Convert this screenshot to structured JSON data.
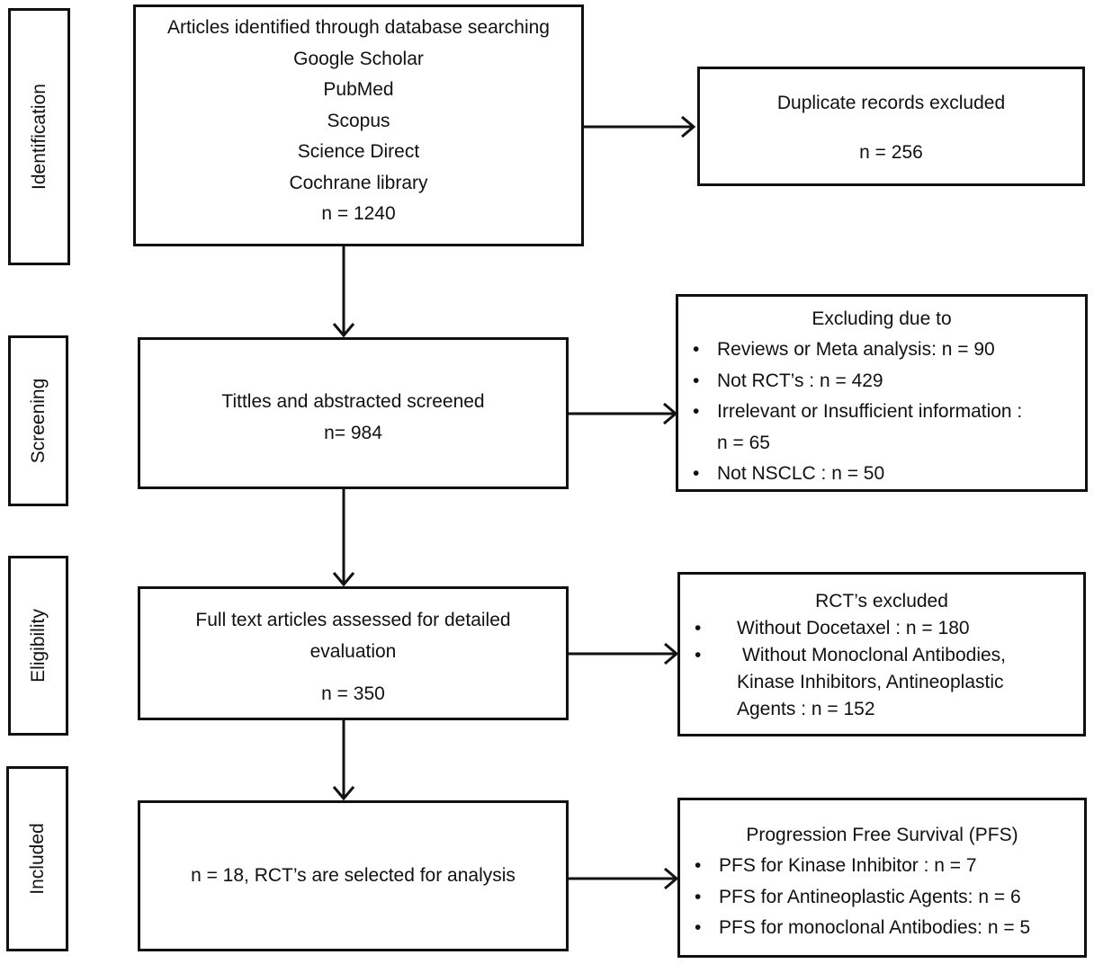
{
  "stages": {
    "identification": "Identification",
    "screening": "Screening",
    "eligibility": "Eligibility",
    "included": "Included"
  },
  "identification_box": {
    "lines": [
      "Articles identified through database searching",
      "Google Scholar",
      "PubMed",
      "Scopus",
      "Science Direct",
      "Cochrane library",
      "n = 1240"
    ]
  },
  "duplicates_box": {
    "title": "Duplicate records excluded",
    "count": "n = 256"
  },
  "screening_box": {
    "lines": [
      "Tittles and abstracted screened",
      "n= 984"
    ]
  },
  "screening_exclusions": {
    "title": "Excluding due to",
    "items": [
      "Reviews or Meta analysis: n = 90",
      "Not RCT’s : n = 429",
      "Irrelevant or Insufficient information :",
      "Not NSCLC : n = 50"
    ],
    "continuation": "n = 65"
  },
  "eligibility_box": {
    "lines": [
      "Full text articles assessed for detailed",
      "evaluation",
      "n = 350"
    ]
  },
  "eligibility_exclusions": {
    "title": "RCT’s excluded",
    "items": [
      "Without Docetaxel : n = 180",
      "Without Monoclonal Antibodies,"
    ],
    "continuation": [
      "Kinase Inhibitors, Antineoplastic",
      "Agents : n = 152"
    ]
  },
  "included_box": {
    "text": "n = 18, RCT’s are selected for analysis"
  },
  "pfs_box": {
    "title": "Progression Free Survival (PFS)",
    "items": [
      "PFS for Kinase Inhibitor : n = 7",
      "PFS for Antineoplastic Agents: n = 6",
      "PFS for monoclonal Antibodies: n = 5"
    ]
  },
  "bullet_glyph": "•"
}
